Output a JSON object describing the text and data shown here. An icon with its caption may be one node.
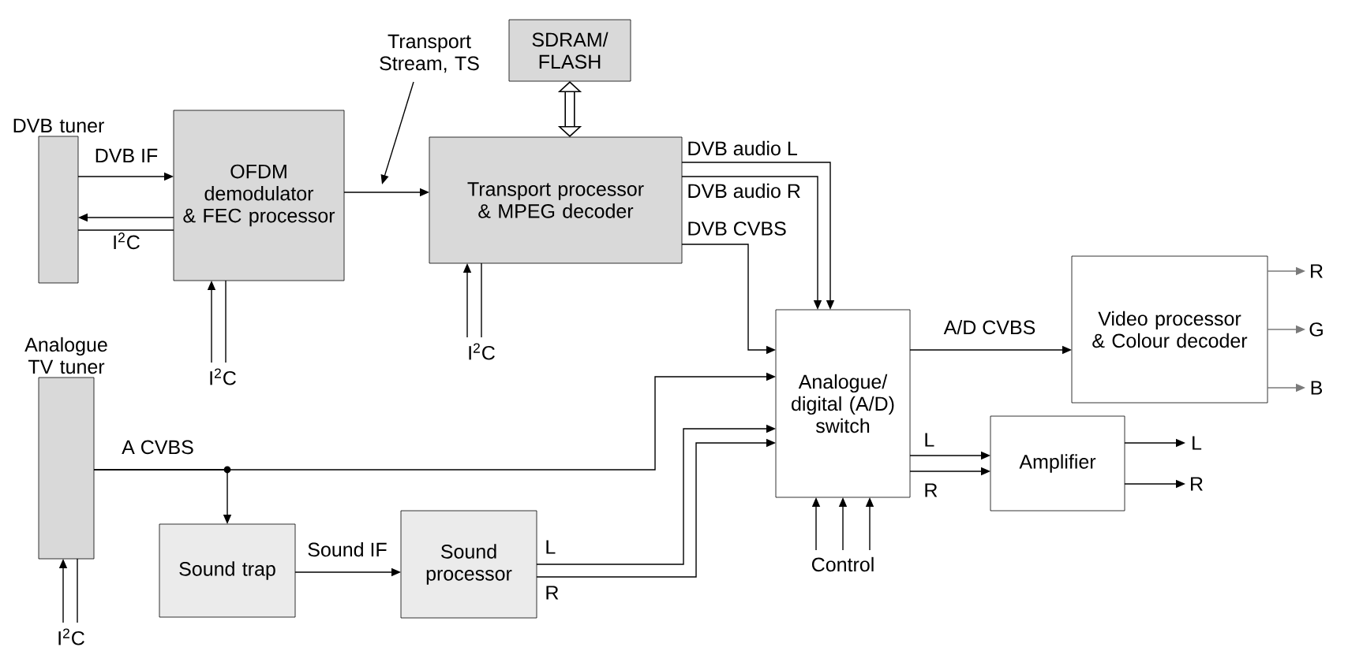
{
  "diagram": {
    "nodes": [
      {
        "text": [
          "DVB tuner"
        ]
      },
      {
        "text": [
          "OFDM demodulator & FEC processor"
        ]
      },
      {
        "text": [
          "SDRAM/ FLASH"
        ]
      },
      {
        "text": [
          "Transport processor & MPEG decoder"
        ]
      },
      {
        "text": [
          "Analogue TV tuner"
        ]
      },
      {
        "text": [
          "Sound trap"
        ]
      },
      {
        "text": [
          "Sound processor"
        ]
      },
      {
        "text": [
          "Analogue/ digital (A/D) switch"
        ]
      },
      {
        "text": [
          "Video processor & Colour decoder"
        ]
      },
      {
        "text": [
          "Amplifier"
        ]
      },
      {
        "text": [
          "Transport Stream, TS"
        ]
      },
      {
        "text": [
          "I$^{2}$C"
        ]
      },
      {
        "text": [
          "I$^{2}$C"
        ]
      },
      {
        "text": [
          "I$^{2}$C"
        ]
      },
      {
        "text": [
          "Control"
        ]
      },
      {
        "text": [
          "R"
        ]
      },
      {
        "text": [
          "G"
        ]
      },
      {
        "text": [
          "B"
        ]
      },
      {
        "text": [
          "L"
        ]
      },
      {
        "text": [
          "R"
        ]
      }
    ],
    "edges": [
      {
        "from": 0,
        "to": 1,
        "arrow": "to",
        "label": "DVB IF"
      },
      {
        "from": 1,
        "to": 0,
        "arrow": "to"
      },
      {
        "from": 1,
        "to": 0,
        "arrow": "none",
        "label": "I$^{2}$C"
      },
      {
        "from": 1,
        "to": 3,
        "arrow": "to"
      },
      {
        "from": 10,
        "to": null,
        "arrow": "to"
      },
      {
        "from": 2,
        "to": 3,
        "arrow": "both",
        "style": "thick"
      },
      {
        "from": 11,
        "to": 1,
        "arrow": "to"
      },
      {
        "from": 11,
        "to": 1,
        "arrow": "none"
      },
      {
        "from": 12,
        "to": 3,
        "arrow": "to"
      },
      {
        "from": 12,
        "to": 3,
        "arrow": "none"
      },
      {
        "from": 3,
        "to": 7,
        "arrow": "to",
        "label": "DVB  audio L"
      },
      {
        "from": 3,
        "to": 7,
        "arrow": "to",
        "label": "DVB audio R"
      },
      {
        "from": 3,
        "to": 7,
        "arrow": "to",
        "label": "DVB CVBS"
      },
      {
        "from": 4,
        "to": 7,
        "arrow": "to",
        "label": "A CVBS"
      },
      {
        "from": 4,
        "to": 5,
        "arrow": "to"
      },
      {
        "from": 5,
        "to": 6,
        "arrow": "to",
        "label": "Sound IF"
      },
      {
        "from": 6,
        "to": 7,
        "arrow": "to",
        "label": "L"
      },
      {
        "from": 6,
        "to": 7,
        "arrow": "to",
        "label": "R"
      },
      {
        "from": 7,
        "to": 8,
        "arrow": "to",
        "label": "A/D CVBS"
      },
      {
        "from": 7,
        "to": 9,
        "arrow": "to",
        "label": "L"
      },
      {
        "from": 7,
        "to": 9,
        "arrow": "to",
        "label": "R"
      },
      {
        "from": 8,
        "to": 15,
        "arrow": "to",
        "color": "#7a7a7a"
      },
      {
        "from": 8,
        "to": 16,
        "arrow": "to",
        "color": "#7a7a7a"
      },
      {
        "from": 8,
        "to": 17,
        "arrow": "to",
        "color": "#7a7a7a"
      },
      {
        "from": 9,
        "to": 18,
        "arrow": "to"
      },
      {
        "from": 9,
        "to": 19,
        "arrow": "to"
      },
      {
        "from": 14,
        "to": 7,
        "arrow": "to"
      },
      {
        "from": 14,
        "to": 7,
        "arrow": "to"
      },
      {
        "from": 14,
        "to": 7,
        "arrow": "to"
      },
      {
        "from": 13,
        "to": 4,
        "arrow": "to"
      },
      {
        "from": 13,
        "to": 4,
        "arrow": "none"
      }
    ]
  }
}
